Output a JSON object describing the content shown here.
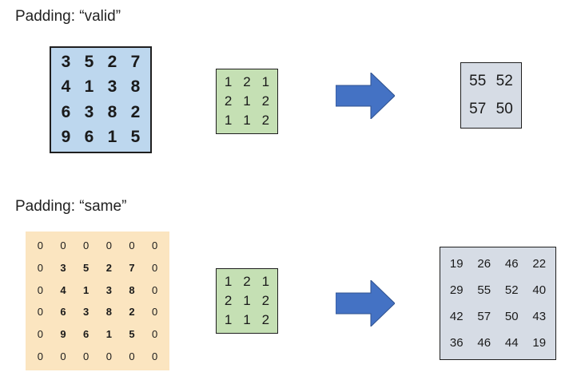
{
  "valid": {
    "title": "Padding: “valid”",
    "input": [
      [
        3,
        5,
        2,
        7
      ],
      [
        4,
        1,
        3,
        8
      ],
      [
        6,
        3,
        8,
        2
      ],
      [
        9,
        6,
        1,
        5
      ]
    ],
    "kernel": [
      [
        1,
        2,
        1
      ],
      [
        2,
        1,
        2
      ],
      [
        1,
        1,
        2
      ]
    ],
    "output": [
      [
        55,
        52
      ],
      [
        57,
        50
      ]
    ]
  },
  "same": {
    "title": "Padding: “same”",
    "padded_input": [
      [
        0,
        0,
        0,
        0,
        0,
        0
      ],
      [
        0,
        3,
        5,
        2,
        7,
        0
      ],
      [
        0,
        4,
        1,
        3,
        8,
        0
      ],
      [
        0,
        6,
        3,
        8,
        2,
        0
      ],
      [
        0,
        9,
        6,
        1,
        5,
        0
      ],
      [
        0,
        0,
        0,
        0,
        0,
        0
      ]
    ],
    "kernel": [
      [
        1,
        2,
        1
      ],
      [
        2,
        1,
        2
      ],
      [
        1,
        1,
        2
      ]
    ],
    "output": [
      [
        19,
        26,
        46,
        22
      ],
      [
        29,
        55,
        52,
        40
      ],
      [
        42,
        57,
        50,
        43
      ],
      [
        36,
        46,
        44,
        19
      ]
    ]
  },
  "colors": {
    "input_fill": "#bdd7ee",
    "kernel_fill": "#c5e0b4",
    "output_fill": "#d6dce5",
    "padding_fill": "#fbe5c0",
    "arrow_fill": "#4472c4"
  }
}
